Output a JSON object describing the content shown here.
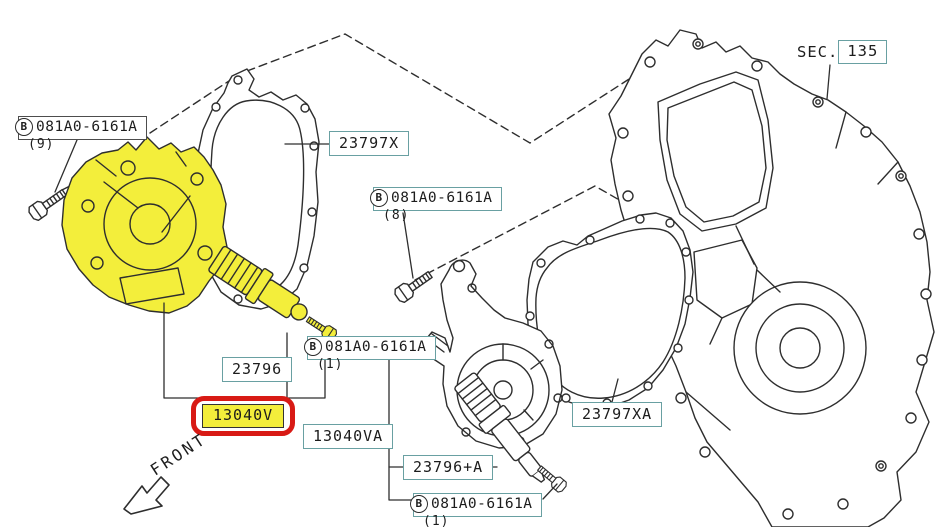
{
  "colors": {
    "highlight_yellow": "#f3ee3b",
    "highlight_red_border": "#d81a15",
    "label_box_border": "#69a0a2",
    "line_art": "#2e2e2e"
  },
  "labels": {
    "bolt_top_left": {
      "prefix": "B",
      "part": "081A0-6161A",
      "qty": "(9)"
    },
    "gasket_front": {
      "part": "23797X"
    },
    "bolt_mid": {
      "prefix": "B",
      "part": "081A0-6161A",
      "qty": "(8)"
    },
    "bolt_front_small": {
      "prefix": "B",
      "part": "081A0-6161A",
      "qty": "(1)"
    },
    "solenoid_front": {
      "part": "23796"
    },
    "cover_front_highlight": {
      "part": "13040V"
    },
    "cover_rear": {
      "part": "13040VA"
    },
    "solenoid_rear": {
      "part": "23796+A"
    },
    "bolt_bottom": {
      "prefix": "B",
      "part": "081A0-6161A",
      "qty": "(1)"
    },
    "gasket_rear": {
      "part": "23797XA"
    },
    "section_ref": {
      "prefix": "SEC.",
      "number": "135"
    },
    "front_indicator": {
      "text": "FRONT"
    }
  }
}
